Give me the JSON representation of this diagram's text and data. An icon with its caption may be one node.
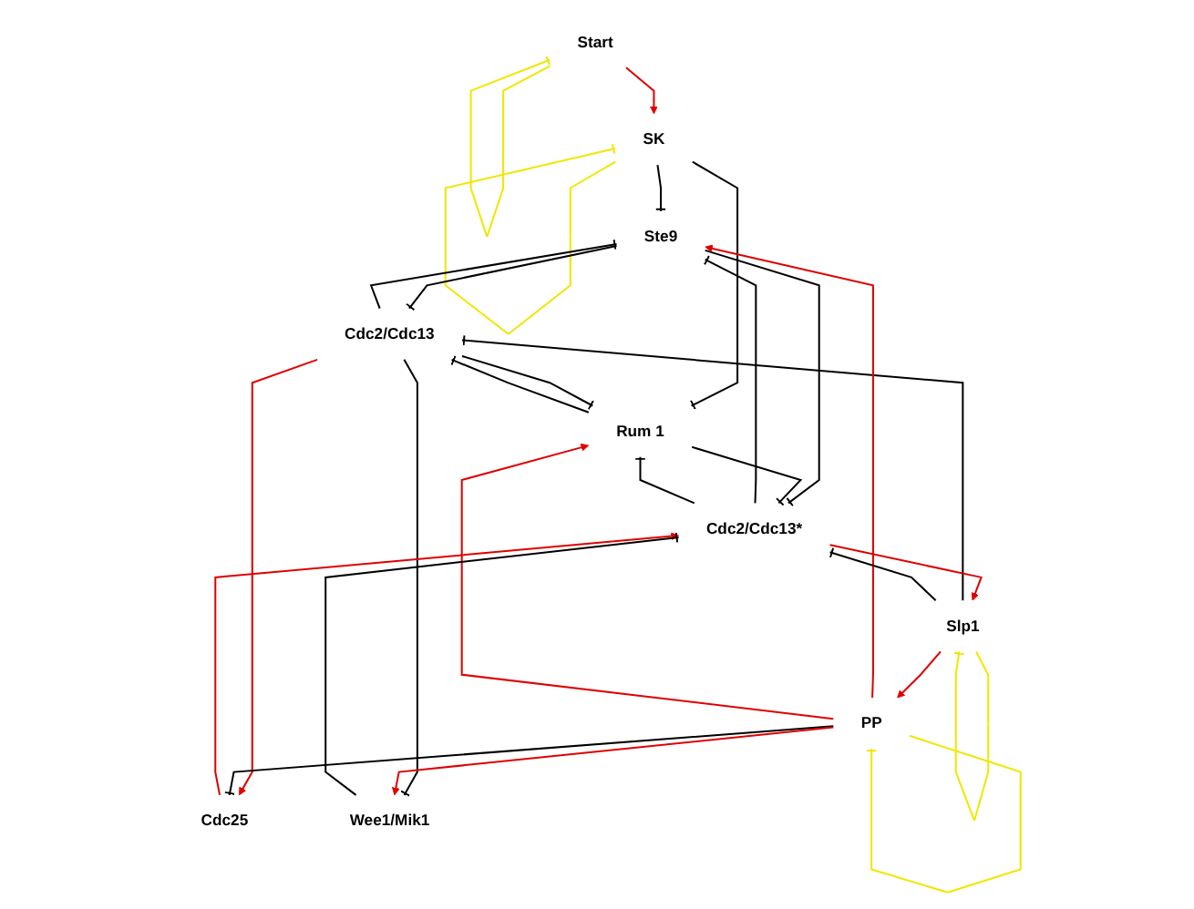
{
  "diagram": {
    "nodes": [
      {
        "text": [
          "Start"
        ]
      },
      {
        "text": [
          "SK"
        ]
      },
      {
        "text": [
          "Ste9"
        ]
      },
      {
        "text": [
          "Rum 1"
        ]
      },
      {
        "text": [
          "Cdc2/Cdc13"
        ]
      },
      {
        "text": [
          "PP"
        ]
      },
      {
        "text": [
          "Cdc25"
        ]
      },
      {
        "text": [
          "Slp1"
        ]
      },
      {
        "text": [
          "Wee1/Mik1"
        ]
      },
      {
        "text": [
          "Cdc2/Cdc13*"
        ]
      }
    ],
    "edges": [
      {
        "from": 0,
        "to": 0,
        "arrow": "other",
        "color": "#f2e600"
      },
      {
        "from": 0,
        "to": 1,
        "arrow": "to",
        "color": "#e00000"
      },
      {
        "from": 1,
        "to": 1,
        "arrow": "other",
        "color": "#f2e600"
      },
      {
        "from": 1,
        "to": 2,
        "arrow": "other"
      },
      {
        "from": 1,
        "to": 3,
        "arrow": "other"
      },
      {
        "from": 2,
        "to": 4,
        "arrow": "other"
      },
      {
        "from": 4,
        "to": 2,
        "arrow": "other"
      },
      {
        "from": 4,
        "to": 3,
        "arrow": "other"
      },
      {
        "from": 3,
        "to": 4,
        "arrow": "other"
      },
      {
        "from": 2,
        "to": 9,
        "arrow": "other"
      },
      {
        "from": 9,
        "to": 2,
        "arrow": "other"
      },
      {
        "from": 3,
        "to": 9,
        "arrow": "other"
      },
      {
        "from": 9,
        "to": 3,
        "arrow": "other"
      },
      {
        "from": 4,
        "to": 6,
        "arrow": "to",
        "color": "#e00000"
      },
      {
        "from": 4,
        "to": 8,
        "arrow": "other"
      },
      {
        "from": 7,
        "to": 4,
        "arrow": "other"
      },
      {
        "from": 5,
        "to": 5,
        "arrow": "other",
        "color": "#f2e600"
      },
      {
        "from": 5,
        "to": 2,
        "arrow": "to",
        "color": "#e00000"
      },
      {
        "from": 5,
        "to": 3,
        "arrow": "to",
        "color": "#e00000"
      },
      {
        "from": 5,
        "to": 6,
        "arrow": "other"
      },
      {
        "from": 5,
        "to": 8,
        "arrow": "to",
        "color": "#e00000"
      },
      {
        "from": 7,
        "to": 7,
        "arrow": "other",
        "color": "#f2e600"
      },
      {
        "from": 7,
        "to": 5,
        "arrow": "to",
        "color": "#e00000"
      },
      {
        "from": 6,
        "to": 9,
        "arrow": "to",
        "color": "#e00000"
      },
      {
        "from": 8,
        "to": 9,
        "arrow": "other"
      },
      {
        "from": 7,
        "to": 9,
        "arrow": "other"
      },
      {
        "from": 9,
        "to": 7,
        "arrow": "to",
        "color": "#e00000"
      }
    ]
  }
}
